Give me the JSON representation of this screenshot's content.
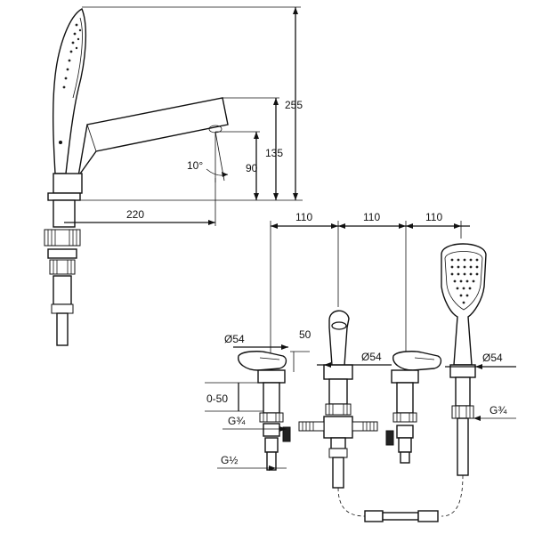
{
  "dimensions": {
    "h_total": "255",
    "h_spout": "135",
    "h_outlet": "90",
    "reach": "220",
    "angle": "10°",
    "spacing_1": "110",
    "spacing_2": "110",
    "spacing_3": "110",
    "dia_handle_left": "Ø54",
    "dia_spout": "Ø54",
    "dia_shower": "Ø54",
    "handle_height": "50",
    "deck_range": "0-50",
    "thread_supply": "G¾",
    "thread_inlet": "G½",
    "thread_shower": "G¾"
  }
}
